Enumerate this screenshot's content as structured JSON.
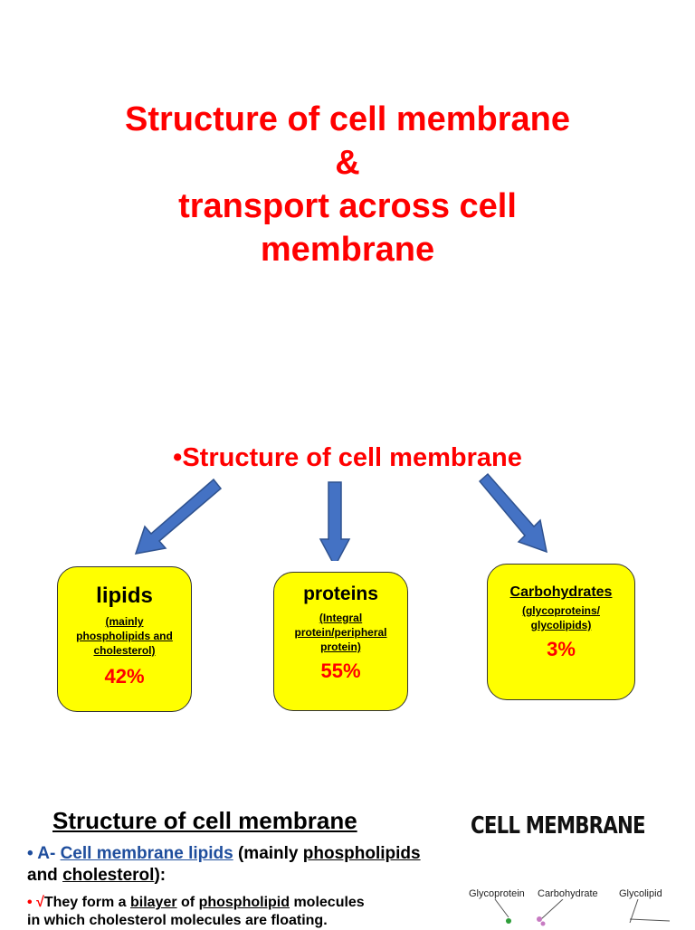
{
  "title": {
    "line1": "Structure of cell membrane",
    "line2": "&",
    "line3": "transport across cell",
    "line4": "membrane"
  },
  "subhead": "•Structure of cell membrane",
  "boxes": {
    "lipids": {
      "head": "lipids",
      "note_line1": "(mainly",
      "note_line2": "phospholipids and",
      "note_line3": "cholesterol)",
      "percent": "42%"
    },
    "proteins": {
      "head": "proteins",
      "note_line1": "(Integral",
      "note_line2": "protein/peripheral",
      "note_line3": "protein)",
      "percent": "55%"
    },
    "carbs": {
      "head": "Carbohydrates",
      "note_line1": "(glycoproteins/",
      "note_line2": "glycolipids)",
      "percent": "3%"
    }
  },
  "section": {
    "title": "Structure of cell membrane",
    "bullet1": {
      "marker": "•",
      "prefix": "A-",
      "link": "Cell membrane lipids",
      "after_link": " (mainly ",
      "phospholipids": "phospholipids",
      "and": " and ",
      "cholesterol": "cholesterol",
      "suffix": "):"
    },
    "bullet2": {
      "marker": "•",
      "check": "√",
      "text1": "They form a ",
      "bilayer": "bilayer",
      "text2": " of ",
      "phospholipid": "phospholipid",
      "text3": " molecules",
      "line2": "in which cholesterol molecules are floating."
    }
  },
  "diagram": {
    "title": "CELL MEMBRANE",
    "labels": {
      "glycoprotein": "Glycoprotein",
      "carbohydrate": "Carbohydrate",
      "glycolipid": "Glycolipid"
    }
  },
  "colors": {
    "title_red": "#ff0000",
    "box_yellow": "#ffff00",
    "arrow_blue": "#4472c4",
    "link_blue": "#1f4e9d"
  }
}
